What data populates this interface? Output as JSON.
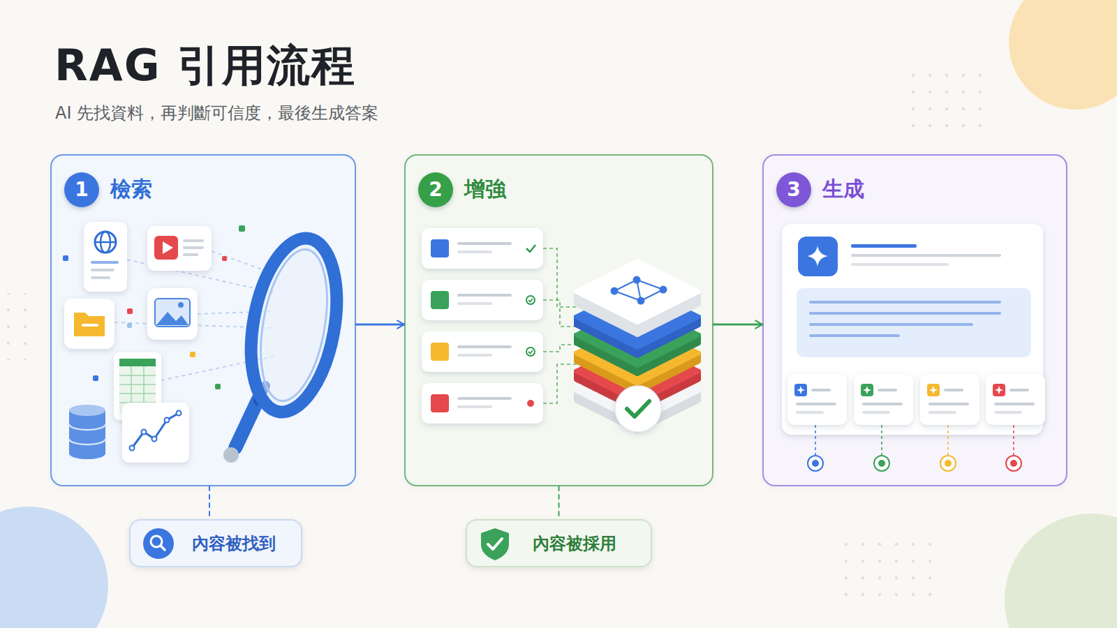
{
  "diagram": {
    "title": "RAG 引用流程",
    "caption": "AI 先找資料，再判斷可信度，最後生成答案",
    "nodes": [
      {
        "text": [
          "檢索"
        ]
      },
      {
        "text": [
          "1"
        ],
        "in": 0
      },
      {
        "text": [
          "增強"
        ]
      },
      {
        "text": [
          "2"
        ],
        "in": 2
      },
      {
        "text": [
          "生成"
        ]
      },
      {
        "text": [
          "3"
        ],
        "in": 4
      },
      {
        "text": [
          "內容被找到"
        ]
      },
      {
        "text": [
          "內容被採用"
        ]
      }
    ],
    "edges": [
      {
        "from": 0,
        "to": 2,
        "arrow": "to"
      },
      {
        "from": 2,
        "to": 4,
        "arrow": "to"
      },
      {
        "from": 0,
        "to": 6,
        "arrow": "none"
      },
      {
        "from": 2,
        "to": 7,
        "arrow": "none"
      }
    ]
  }
}
